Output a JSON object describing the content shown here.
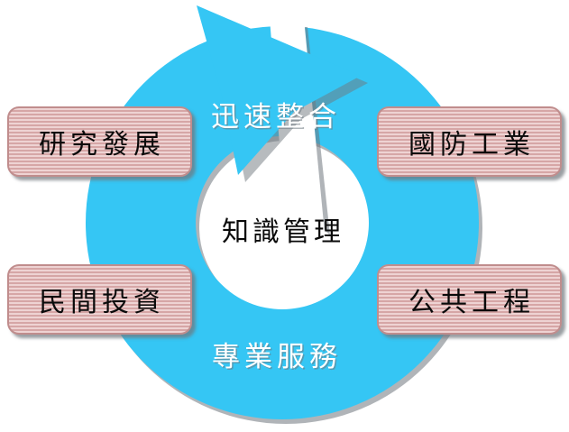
{
  "diagram": {
    "type": "cycle-diagram",
    "center": {
      "label": "知識管理",
      "text_color": "#0a0a0a",
      "fill_color": "#ffffff"
    },
    "ring": {
      "fill_color": "#35c6f4",
      "shadow_color": "#70787e",
      "arrow_direction": "counter-clockwise-up-left",
      "gap_position": "top"
    },
    "cycle_labels": [
      {
        "name": "top",
        "label": "迅速整合",
        "color": "#ffffff"
      },
      {
        "name": "bottom",
        "label": "專業服務",
        "color": "#ffffff"
      }
    ],
    "nodes": [
      {
        "id": "rd",
        "label": "研究發展",
        "position": "top-left"
      },
      {
        "id": "def",
        "label": "國防工業",
        "position": "top-right"
      },
      {
        "id": "inv",
        "label": "民間投資",
        "position": "bottom-left"
      },
      {
        "id": "pub",
        "label": "公共工程",
        "position": "bottom-right"
      }
    ],
    "node_style": {
      "border_color": "#c08d8d",
      "stripe_light": "#eed3d3",
      "stripe_dark": "#d6a6a6",
      "text_color": "#0a0a0a",
      "shadow_color": "#70787e"
    },
    "icons": {
      "ring_arrow": "circular-arrow-icon"
    }
  }
}
